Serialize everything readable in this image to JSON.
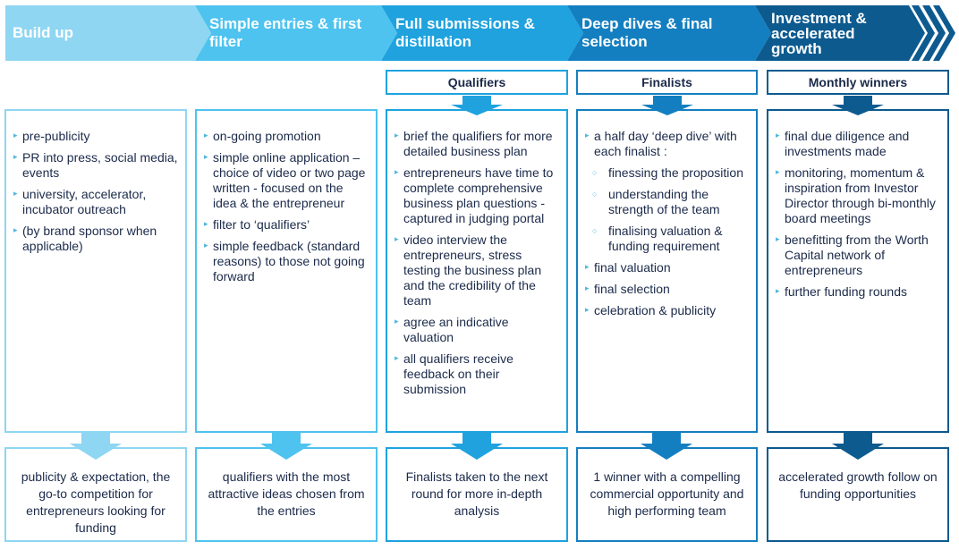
{
  "stages": [
    {
      "header": "Build up",
      "header_color": "#8fd6f2",
      "border_color": "#8fd6f2",
      "tag": "",
      "bullets": [
        {
          "text": "pre-publicity"
        },
        {
          "text": "PR into press, social media, events"
        },
        {
          "text": "university, accelerator, incubator outreach"
        },
        {
          "text": "(by brand sponsor when applicable)"
        }
      ],
      "outcome": "publicity & expectation, the go-to competition for entrepreneurs looking for funding"
    },
    {
      "header": "Simple entries & first filter",
      "header_color": "#4ec3ef",
      "border_color": "#4ec3ef",
      "tag": "",
      "bullets": [
        {
          "text": "on-going promotion"
        },
        {
          "text": "simple online application – choice of video or two page written - focused on the idea & the entrepreneur"
        },
        {
          "text": "filter to ‘qualifiers’"
        },
        {
          "text": "simple feedback (standard reasons) to those not going forward"
        }
      ],
      "outcome": "qualifiers with the most attractive ideas chosen from the entries"
    },
    {
      "header": "Full submissions & distillation",
      "header_color": "#1fa2de",
      "border_color": "#1fa2de",
      "tag": "Qualifiers",
      "bullets": [
        {
          "text": "brief the qualifiers for more detailed business plan"
        },
        {
          "text": "entrepreneurs have time to complete comprehensive business plan questions - captured in judging portal"
        },
        {
          "text": "video interview the entrepreneurs, stress testing the business plan and the credibility of the team"
        },
        {
          "text": "agree an indicative valuation"
        },
        {
          "text": "all qualifiers receive feedback on their submission"
        }
      ],
      "outcome": "Finalists taken to the next round for more in-depth analysis"
    },
    {
      "header": "Deep dives & final selection",
      "header_color": "#147fc0",
      "border_color": "#147fc0",
      "tag": "Finalists",
      "bullets": [
        {
          "text": "a half day ‘deep dive’ with each finalist :"
        },
        {
          "text": "finessing the proposition",
          "sub": true
        },
        {
          "text": "understanding the strength of the team",
          "sub": true
        },
        {
          "text": "finalising valuation & funding requirement",
          "sub": true
        },
        {
          "text": "final valuation"
        },
        {
          "text": "final selection"
        },
        {
          "text": "celebration & publicity"
        }
      ],
      "outcome": "1 winner with a compelling commercial opportunity and high performing team"
    },
    {
      "header": "Investment & accelerated growth",
      "header_color": "#0d5a8f",
      "border_color": "#0d5a8f",
      "tag": "Monthly winners",
      "bullets": [
        {
          "text": "final due diligence and investments made"
        },
        {
          "text": "monitoring, momentum & inspiration from Investor Director through bi-monthly board meetings"
        },
        {
          "text": "benefitting from the Worth Capital network of entrepreneurs"
        },
        {
          "text": "further funding rounds"
        }
      ],
      "outcome": "accelerated growth follow on funding opportunities"
    }
  ]
}
